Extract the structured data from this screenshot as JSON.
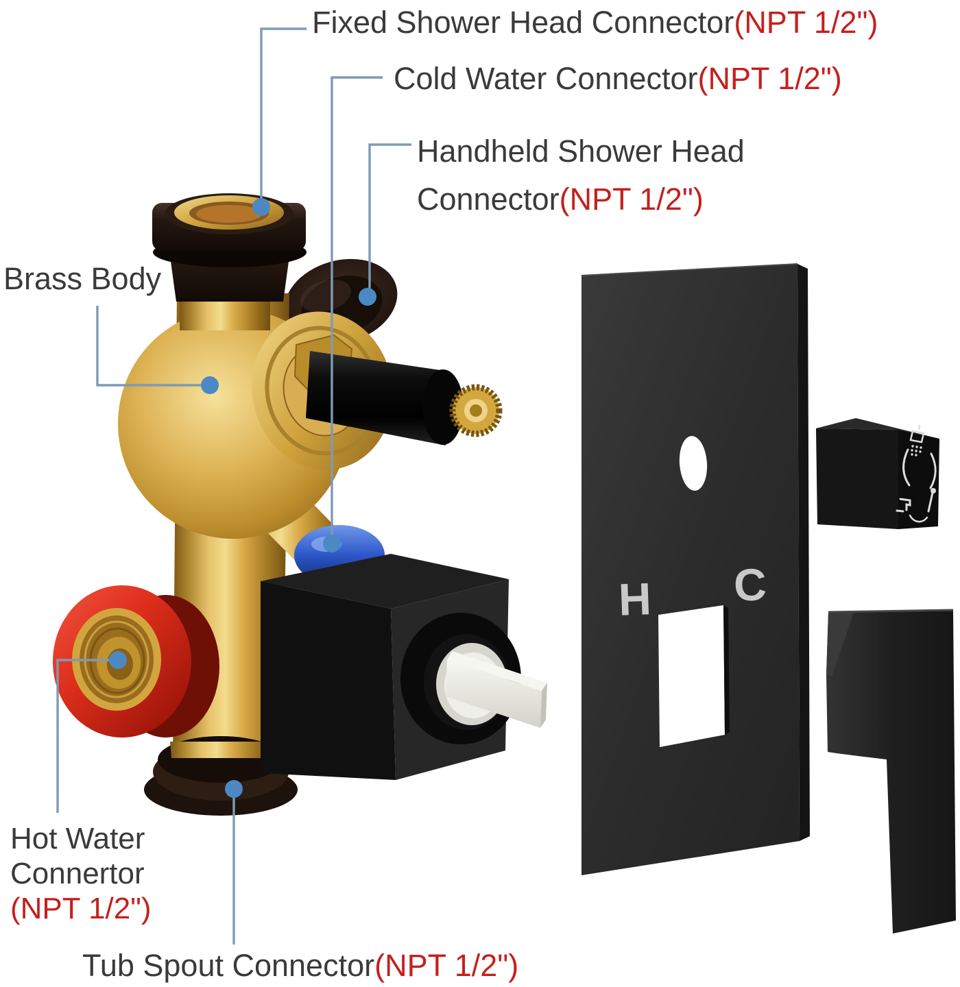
{
  "callouts": {
    "fixed": {
      "text": "Fixed Shower Head Connector",
      "spec": "(NPT 1/2\")"
    },
    "cold": {
      "text": "Cold Water Connector",
      "spec": "(NPT 1/2\")"
    },
    "handheld": {
      "line1": "Handheld Shower Head",
      "line2": "Connector",
      "spec": "(NPT 1/2\")"
    },
    "brass_body": {
      "text": "Brass Body"
    },
    "hot": {
      "line1": "Hot Water",
      "line2": "Connertor",
      "spec": "(NPT 1/2\")"
    },
    "tub": {
      "text": "Tub Spout Connector",
      "spec": "(NPT 1/2\")"
    }
  },
  "plate": {
    "h_label": "H",
    "c_label": "C"
  },
  "icons": [
    "fixed-shower-head-icon",
    "rotate-left-arrow-icon",
    "rotate-right-arrow-icon",
    "tub-spout-icon",
    "handheld-shower-icon",
    "switch-arc-arrow-icon"
  ],
  "colors": {
    "brass": "#c79a3a",
    "bronze_dark": "#2a1a10",
    "hot_red": "#d92c1c",
    "cold_blue": "#2c57c8",
    "spec_red": "#c4201d",
    "label_gray": "#3a3a3a",
    "leader_blue": "#7e9ab6",
    "anchor_dot_blue": "#4c89c4",
    "matte_black": "#1c1c1c",
    "plate_letter_gray": "#c9c9c9",
    "stem_white": "#e9e9e2"
  }
}
